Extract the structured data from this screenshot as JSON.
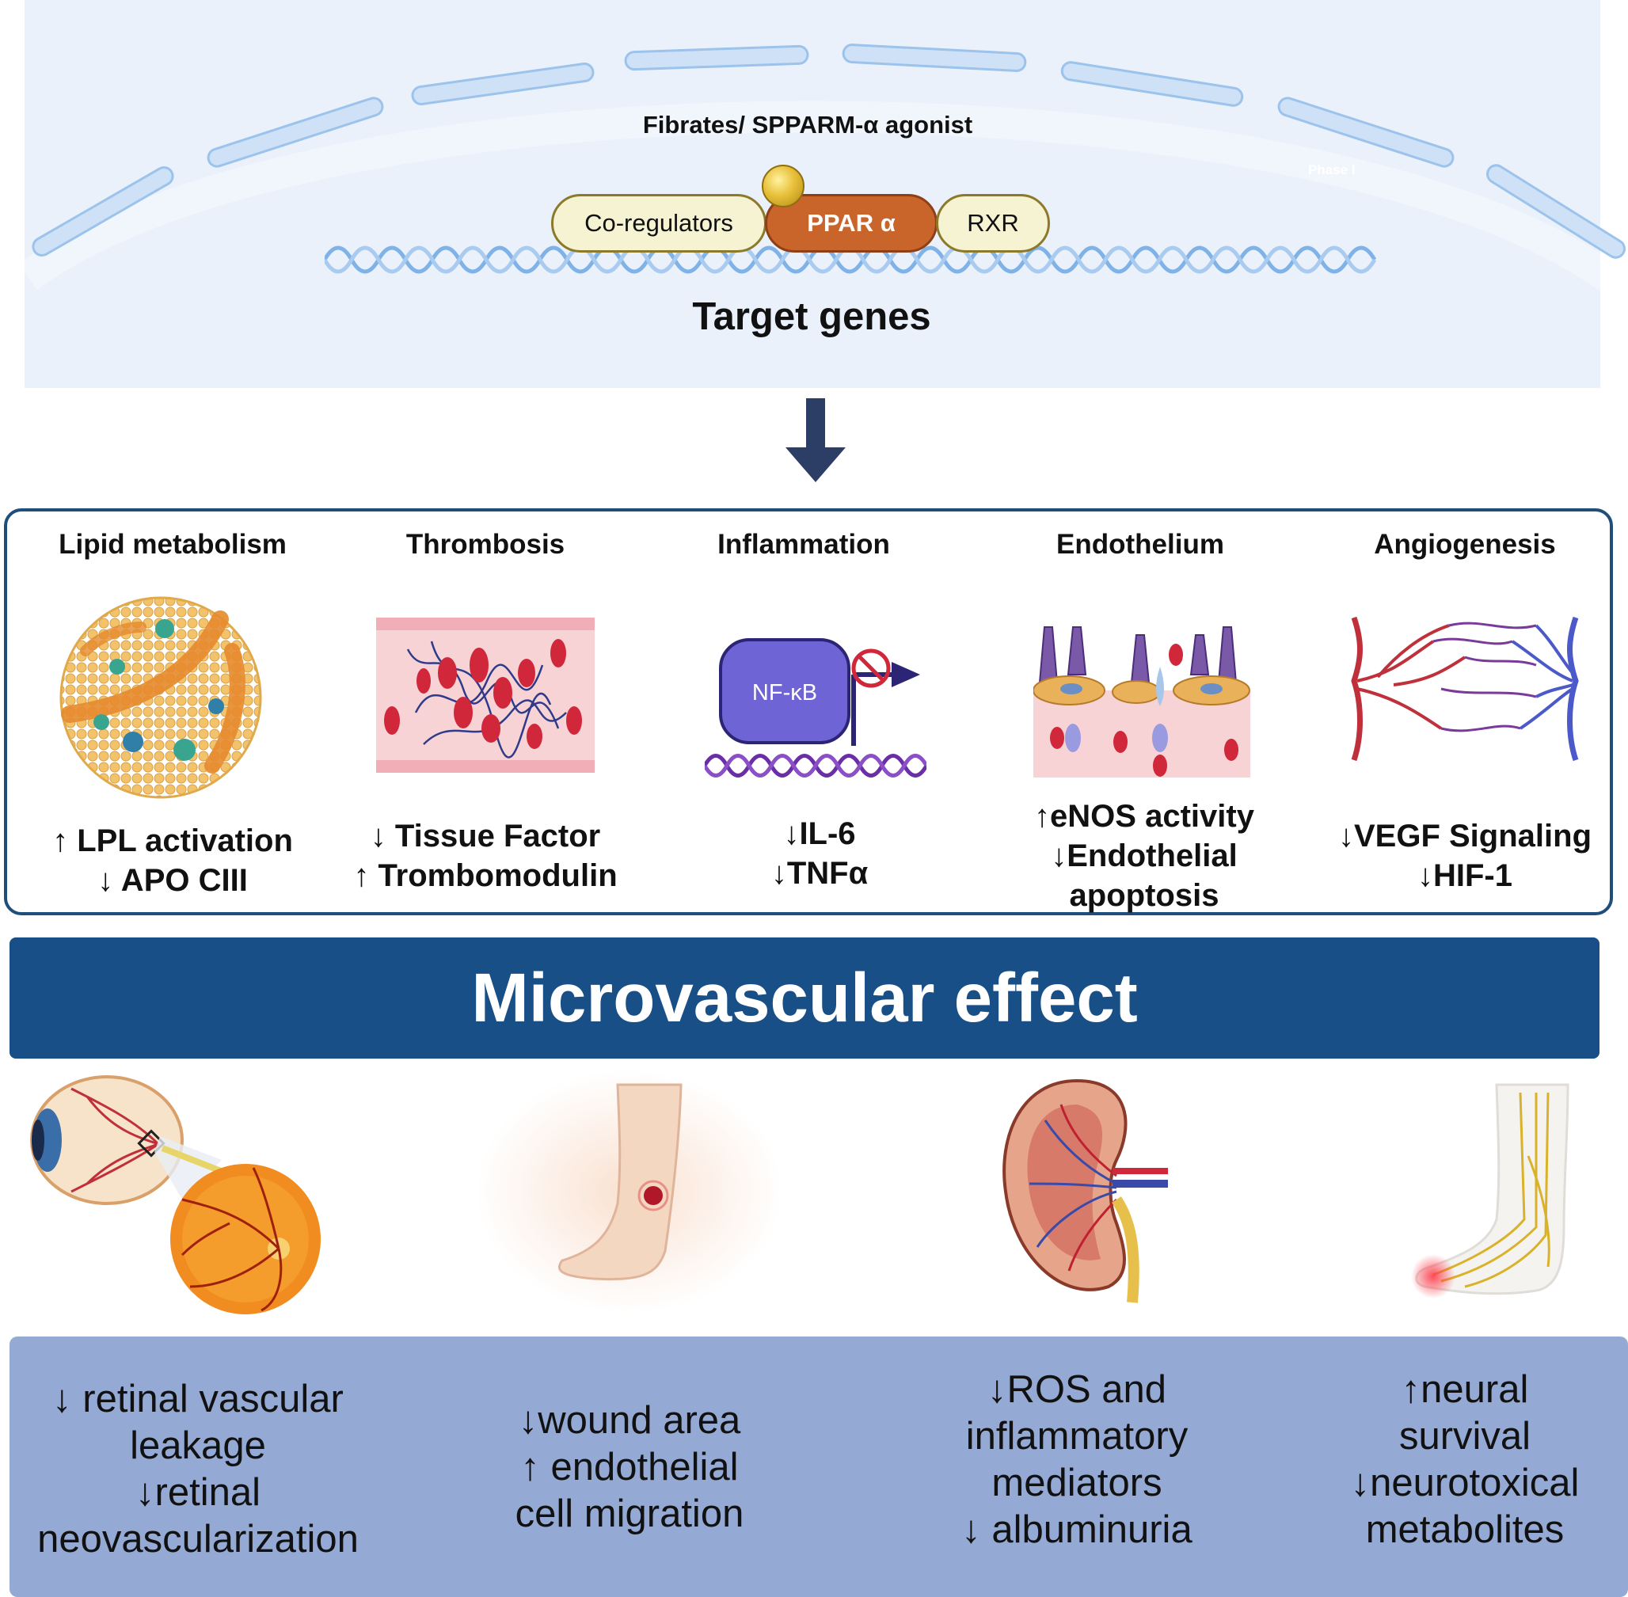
{
  "header": {
    "drug_label": "Fibrates/ SPPARM-α agonist",
    "phase_label": "Phase I",
    "complex": {
      "coregulators": "Co-regulators",
      "ppar": "PPAR α",
      "rxr": "RXR"
    },
    "target_genes": "Target genes"
  },
  "mechanisms": [
    {
      "title": "Lipid metabolism",
      "effects": [
        "↑ LPL activation",
        "↓ APO CIII"
      ]
    },
    {
      "title": "Thrombosis",
      "effects": [
        "↓ Tissue Factor",
        "↑ Trombomodulin"
      ]
    },
    {
      "title": "Inflammation",
      "icon_label": "NF-κB",
      "effects": [
        "↓IL-6",
        "↓TNFα"
      ]
    },
    {
      "title": "Endothelium",
      "effects": [
        "↑eNOS activity",
        "↓Endothelial",
        "apoptosis"
      ]
    },
    {
      "title": "Angiogenesis",
      "effects": [
        "↓VEGF Signaling",
        "↓HIF-1"
      ]
    }
  ],
  "banner": {
    "title": "Microvascular effect"
  },
  "outcomes": [
    {
      "icon": "eye-retina-icon",
      "lines": [
        "↓ retinal vascular",
        "leakage",
        "↓retinal",
        "neovascularization"
      ]
    },
    {
      "icon": "leg-wound-icon",
      "lines": [
        "↓wound area",
        "↑ endothelial",
        "cell migration"
      ]
    },
    {
      "icon": "kidney-icon",
      "lines": [
        "↓ROS and",
        "inflammatory",
        "mediators",
        "↓ albuminuria"
      ]
    },
    {
      "icon": "foot-nerve-icon",
      "lines": [
        "↑neural",
        "survival",
        "↓neurotoxical",
        "metabolites"
      ]
    }
  ],
  "colors": {
    "banner": "#174f86",
    "mechanism_border": "#1f4e7a",
    "outcome_panel": "#94a9d4",
    "ppar": "#c9642b",
    "arrow": "#2c3e66",
    "dna": "#7fb2e6"
  }
}
